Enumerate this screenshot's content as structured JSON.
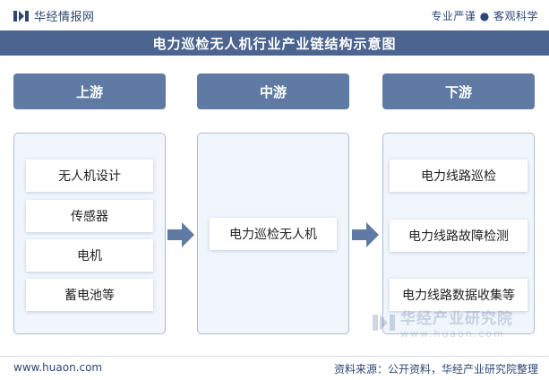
{
  "header": {
    "brand": "华经情报网",
    "slogan": "专业严谨 ● 客观科学"
  },
  "title": "电力巡检无人机行业产业链结构示意图",
  "stages": [
    {
      "label": "上游",
      "items": [
        "无人机设计",
        "传感器",
        "电机",
        "蓄电池等"
      ]
    },
    {
      "label": "中游",
      "items": [
        "电力巡检无人机"
      ]
    },
    {
      "label": "下游",
      "items": [
        "电力线路巡检",
        "电力线路故障检测",
        "电力线路数据收集等"
      ]
    }
  ],
  "watermark": {
    "name": "华经产业研究院",
    "url": "www.huaon.com"
  },
  "footer": {
    "url": "www.huaon.com",
    "source": "资料来源：公开资料，华经产业研究院整理"
  },
  "colors": {
    "title_bar": "#4b6590",
    "stage_header": "#5f7aa3",
    "panel_bg": "#f1f6fd",
    "panel_border": "#a9bdd6",
    "arrow": "#5f7aa3",
    "brand_text": "#2b4777"
  }
}
